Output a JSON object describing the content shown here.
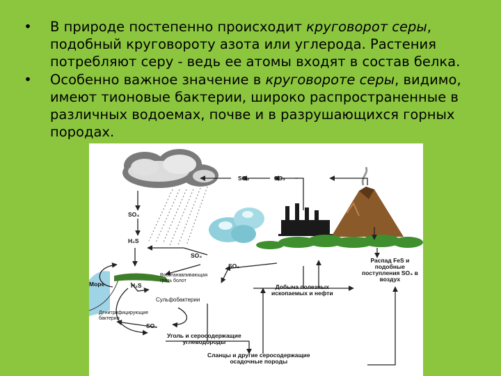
{
  "slide": {
    "bullets": [
      {
        "before": "В природе постепенно происходит ",
        "emph": "круговорот серы",
        "after": ", подобный круговороту азота или углерода. Растения потребляют серу - ведь ее атомы входят в состав белка."
      },
      {
        "before": "Особенно важное значение в ",
        "emph": "круговороте серы",
        "after": ", видимо, имеют тионовые бактерии, широко распространенные в различных водоемах, почве и в разрушающихся горных породах."
      }
    ],
    "bullet_glyph": "•"
  },
  "diagram": {
    "labels": {
      "so4_top": "SO₄",
      "so2_top": "SO₂",
      "so4_cloud": "SO₄",
      "h2s_upper": "H₂S",
      "so4_mid": "SO₄",
      "so2_mid": "SO₂",
      "mud": "Восстанавливающая\nгрязь болот",
      "sea": "Море",
      "h2s_lower": "H₂S",
      "sulfbact": "Сульфобактерии",
      "denitrif": "Денитрифицирующие\nбактерии",
      "so4_bottom": "SO₄",
      "fes": "Распад FeS и\nподобные\nпоступления SO₄ в\nвоздух",
      "mining": "Добыча полезных\nископаемых и нефти",
      "coal": "Уголь и серосодержащие\nуглеводороды",
      "shale": "Сланцы и другие серосодержащие\nосадочные породы"
    }
  },
  "colors": {
    "background": "#8cc63f",
    "diagram_bg": "#ffffff",
    "arrow": "#222222",
    "cloud": "#6f6f6f",
    "volcano": "#8a5a2b",
    "vegetation": "#3f8f2f",
    "water": "#9fd3e6",
    "bubble": "#8fd0dc"
  }
}
